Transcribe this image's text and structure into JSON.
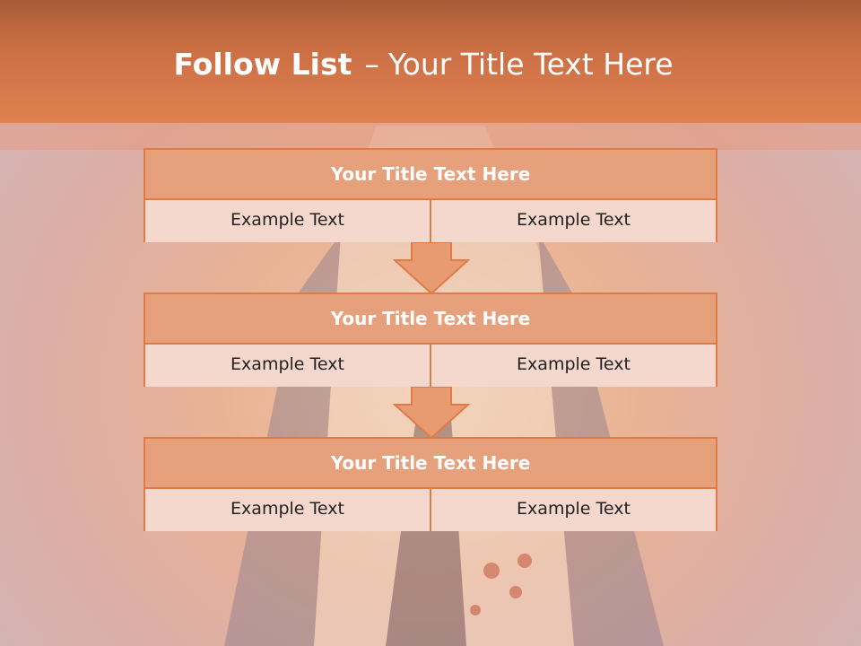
{
  "slide": {
    "title_bold": "Follow List",
    "title_separator": "–",
    "title_rest": "Your Title Text Here"
  },
  "blocks": [
    {
      "title": "Your Title Text Here",
      "left": "Example Text",
      "right": "Example Text"
    },
    {
      "title": "Your Title Text Here",
      "left": "Example Text",
      "right": "Example Text"
    },
    {
      "title": "Your Title Text Here",
      "left": "Example Text",
      "right": "Example Text"
    }
  ],
  "colors": {
    "accent": "#e07b47",
    "header_dark": "#a65b36",
    "block_header": "#e6a07b",
    "cell_bg": "#f5d8cd",
    "arrow_fill": "#e89a70"
  },
  "icons": {
    "connector": "down-arrow-icon"
  }
}
